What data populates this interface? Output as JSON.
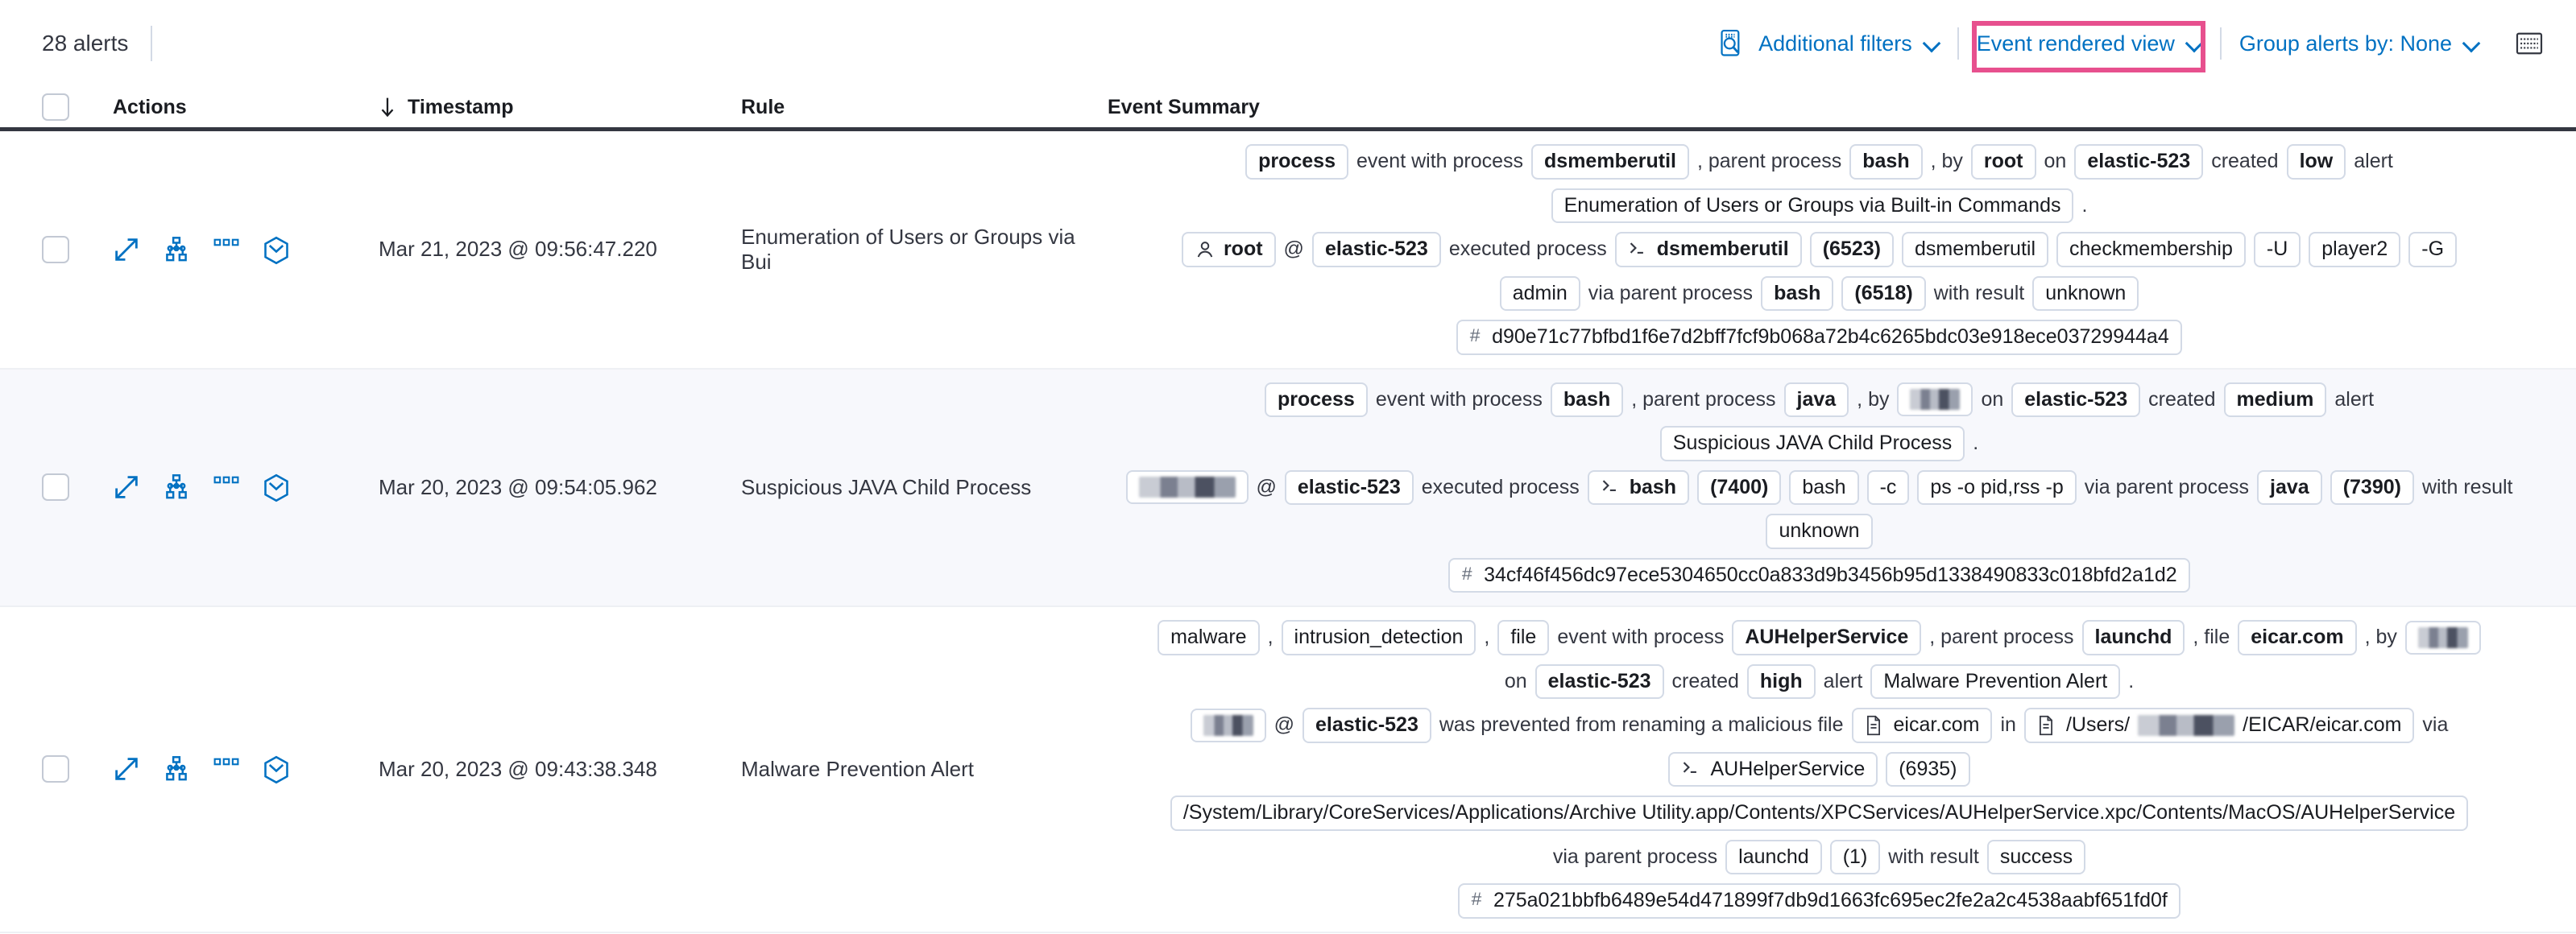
{
  "toolbar": {
    "alert_count": "28 alerts",
    "inspect_icon": "inspect-icon",
    "additional_filters": "Additional filters",
    "event_rendered_view": "Event rendered view",
    "group_alerts_by": "Group alerts by: None",
    "keyboard_icon": "keyboard-icon",
    "highlight_color": "#e7508e",
    "link_color": "#0071c2"
  },
  "table": {
    "columns": {
      "actions": "Actions",
      "timestamp": "Timestamp",
      "rule": "Rule",
      "event_summary": "Event Summary"
    },
    "sort_icon": "arrow-down-icon",
    "action_icons": [
      "expand-icon",
      "analyze-session-icon",
      "more-actions-icon",
      "event-filter-icon"
    ],
    "rows": [
      {
        "timestamp": "Mar 21, 2023 @ 09:56:47.220",
        "rule": "Enumeration of Users or Groups via Bui",
        "summary_lines": [
          [
            {
              "t": "chip",
              "v": "process",
              "strong": true
            },
            {
              "t": "text",
              "v": "event with process"
            },
            {
              "t": "chip",
              "v": "dsmemberutil",
              "strong": true
            },
            {
              "t": "text",
              "v": ", parent process"
            },
            {
              "t": "chip",
              "v": "bash",
              "strong": true
            },
            {
              "t": "text",
              "v": ", by"
            },
            {
              "t": "chip",
              "v": "root",
              "strong": true
            },
            {
              "t": "text",
              "v": "on"
            },
            {
              "t": "chip",
              "v": "elastic-523",
              "strong": true
            },
            {
              "t": "text",
              "v": "created"
            },
            {
              "t": "chip",
              "v": "low",
              "strong": true
            },
            {
              "t": "text",
              "v": "alert"
            }
          ],
          [
            {
              "t": "chip",
              "v": "Enumeration of Users or Groups via Built-in Commands",
              "strong": false
            },
            {
              "t": "text",
              "v": "."
            }
          ],
          [
            {
              "t": "chip",
              "v": "root",
              "strong": true,
              "icon": "user-icon"
            },
            {
              "t": "text",
              "v": "@"
            },
            {
              "t": "chip",
              "v": "elastic-523",
              "strong": true
            },
            {
              "t": "text",
              "v": "executed process"
            },
            {
              "t": "chip",
              "v": "dsmemberutil",
              "strong": true,
              "icon": "console-icon"
            },
            {
              "t": "chip",
              "v": "(6523)",
              "strong": true
            },
            {
              "t": "chip",
              "v": "dsmemberutil",
              "strong": false
            },
            {
              "t": "chip",
              "v": "checkmembership",
              "strong": false
            },
            {
              "t": "chip",
              "v": "-U",
              "strong": false
            },
            {
              "t": "chip",
              "v": "player2",
              "strong": false
            },
            {
              "t": "chip",
              "v": "-G",
              "strong": false
            }
          ],
          [
            {
              "t": "chip",
              "v": "admin",
              "strong": false
            },
            {
              "t": "text",
              "v": "via parent process"
            },
            {
              "t": "chip",
              "v": "bash",
              "strong": true
            },
            {
              "t": "chip",
              "v": "(6518)",
              "strong": true
            },
            {
              "t": "text",
              "v": "with result"
            },
            {
              "t": "chip",
              "v": "unknown",
              "strong": false
            }
          ],
          [
            {
              "t": "chip",
              "v": "d90e71c77bfbd1f6e7d2bff7fcf9b068a72b4c6265bdc03e918ece03729944a4",
              "strong": false,
              "hash": true
            }
          ]
        ]
      },
      {
        "timestamp": "Mar 20, 2023 @ 09:54:05.962",
        "rule": "Suspicious JAVA Child Process",
        "summary_lines": [
          [
            {
              "t": "chip",
              "v": "process",
              "strong": true
            },
            {
              "t": "text",
              "v": "event with process"
            },
            {
              "t": "chip",
              "v": "bash",
              "strong": true
            },
            {
              "t": "text",
              "v": ", parent process"
            },
            {
              "t": "chip",
              "v": "java",
              "strong": true
            },
            {
              "t": "text",
              "v": ", by"
            },
            {
              "t": "chip",
              "v": "",
              "strong": true,
              "redact": "mid"
            },
            {
              "t": "text",
              "v": "on"
            },
            {
              "t": "chip",
              "v": "elastic-523",
              "strong": true
            },
            {
              "t": "text",
              "v": "created"
            },
            {
              "t": "chip",
              "v": "medium",
              "strong": true
            },
            {
              "t": "text",
              "v": "alert"
            }
          ],
          [
            {
              "t": "chip",
              "v": "Suspicious JAVA Child Process",
              "strong": false
            },
            {
              "t": "text",
              "v": "."
            }
          ],
          [
            {
              "t": "chip",
              "v": "",
              "strong": true,
              "redact": "wide"
            },
            {
              "t": "text",
              "v": "@"
            },
            {
              "t": "chip",
              "v": "elastic-523",
              "strong": true
            },
            {
              "t": "text",
              "v": "executed process"
            },
            {
              "t": "chip",
              "v": "bash",
              "strong": true,
              "icon": "console-icon"
            },
            {
              "t": "chip",
              "v": "(7400)",
              "strong": true
            },
            {
              "t": "chip",
              "v": "bash",
              "strong": false
            },
            {
              "t": "chip",
              "v": "-c",
              "strong": false
            },
            {
              "t": "chip",
              "v": "ps -o pid,rss -p",
              "strong": false
            },
            {
              "t": "text",
              "v": "via parent process"
            },
            {
              "t": "chip",
              "v": "java",
              "strong": true
            },
            {
              "t": "chip",
              "v": "(7390)",
              "strong": true
            },
            {
              "t": "text",
              "v": "with result"
            }
          ],
          [
            {
              "t": "chip",
              "v": "unknown",
              "strong": false
            }
          ],
          [
            {
              "t": "chip",
              "v": "34cf46f456dc97ece5304650cc0a833d9b3456b95d1338490833c018bfd2a1d2",
              "strong": false,
              "hash": true
            }
          ]
        ]
      },
      {
        "timestamp": "Mar 20, 2023 @ 09:43:38.348",
        "rule": "Malware Prevention Alert",
        "summary_lines": [
          [
            {
              "t": "chip",
              "v": "malware",
              "strong": false
            },
            {
              "t": "text",
              "v": ","
            },
            {
              "t": "chip",
              "v": "intrusion_detection",
              "strong": false
            },
            {
              "t": "text",
              "v": ","
            },
            {
              "t": "chip",
              "v": "file",
              "strong": false
            },
            {
              "t": "text",
              "v": "event with process"
            },
            {
              "t": "chip",
              "v": "AUHelperService",
              "strong": true
            },
            {
              "t": "text",
              "v": ", parent process"
            },
            {
              "t": "chip",
              "v": "launchd",
              "strong": true
            },
            {
              "t": "text",
              "v": ", file"
            },
            {
              "t": "chip",
              "v": "eicar.com",
              "strong": true
            },
            {
              "t": "text",
              "v": ", by"
            },
            {
              "t": "chip",
              "v": "",
              "strong": true,
              "redact": "mid"
            }
          ],
          [
            {
              "t": "text",
              "v": "on"
            },
            {
              "t": "chip",
              "v": "elastic-523",
              "strong": true
            },
            {
              "t": "text",
              "v": "created"
            },
            {
              "t": "chip",
              "v": "high",
              "strong": true
            },
            {
              "t": "text",
              "v": "alert"
            },
            {
              "t": "chip",
              "v": "Malware Prevention Alert",
              "strong": false
            },
            {
              "t": "text",
              "v": "."
            }
          ],
          [
            {
              "t": "chip",
              "v": "",
              "strong": true,
              "redact": "mid"
            },
            {
              "t": "text",
              "v": "@"
            },
            {
              "t": "chip",
              "v": "elastic-523",
              "strong": true
            },
            {
              "t": "text",
              "v": "was prevented from renaming a malicious file"
            },
            {
              "t": "chip",
              "v": "eicar.com",
              "strong": false,
              "icon": "file-icon"
            },
            {
              "t": "text",
              "v": "in"
            },
            {
              "t": "chip",
              "v": "/Users/",
              "strong": false,
              "icon": "file-icon",
              "redact_after": "wide",
              "suffix": "/EICAR/eicar.com"
            },
            {
              "t": "text",
              "v": "via"
            }
          ],
          [
            {
              "t": "chip",
              "v": "AUHelperService",
              "strong": false,
              "icon": "console-icon"
            },
            {
              "t": "chip",
              "v": "(6935)",
              "strong": false
            }
          ],
          [
            {
              "t": "chip",
              "v": "/System/Library/CoreServices/Applications/Archive Utility.app/Contents/XPCServices/AUHelperService.xpc/Contents/MacOS/AUHelperService",
              "strong": false
            }
          ],
          [
            {
              "t": "text",
              "v": "via parent process"
            },
            {
              "t": "chip",
              "v": "launchd",
              "strong": false
            },
            {
              "t": "chip",
              "v": "(1)",
              "strong": false
            },
            {
              "t": "text",
              "v": "with result"
            },
            {
              "t": "chip",
              "v": "success",
              "strong": false
            }
          ],
          [
            {
              "t": "chip",
              "v": "275a021bbfb6489e54d471899f7db9d1663fc695ec2fe2a2c4538aabf651fd0f",
              "strong": false,
              "hash": true
            }
          ]
        ]
      }
    ]
  }
}
